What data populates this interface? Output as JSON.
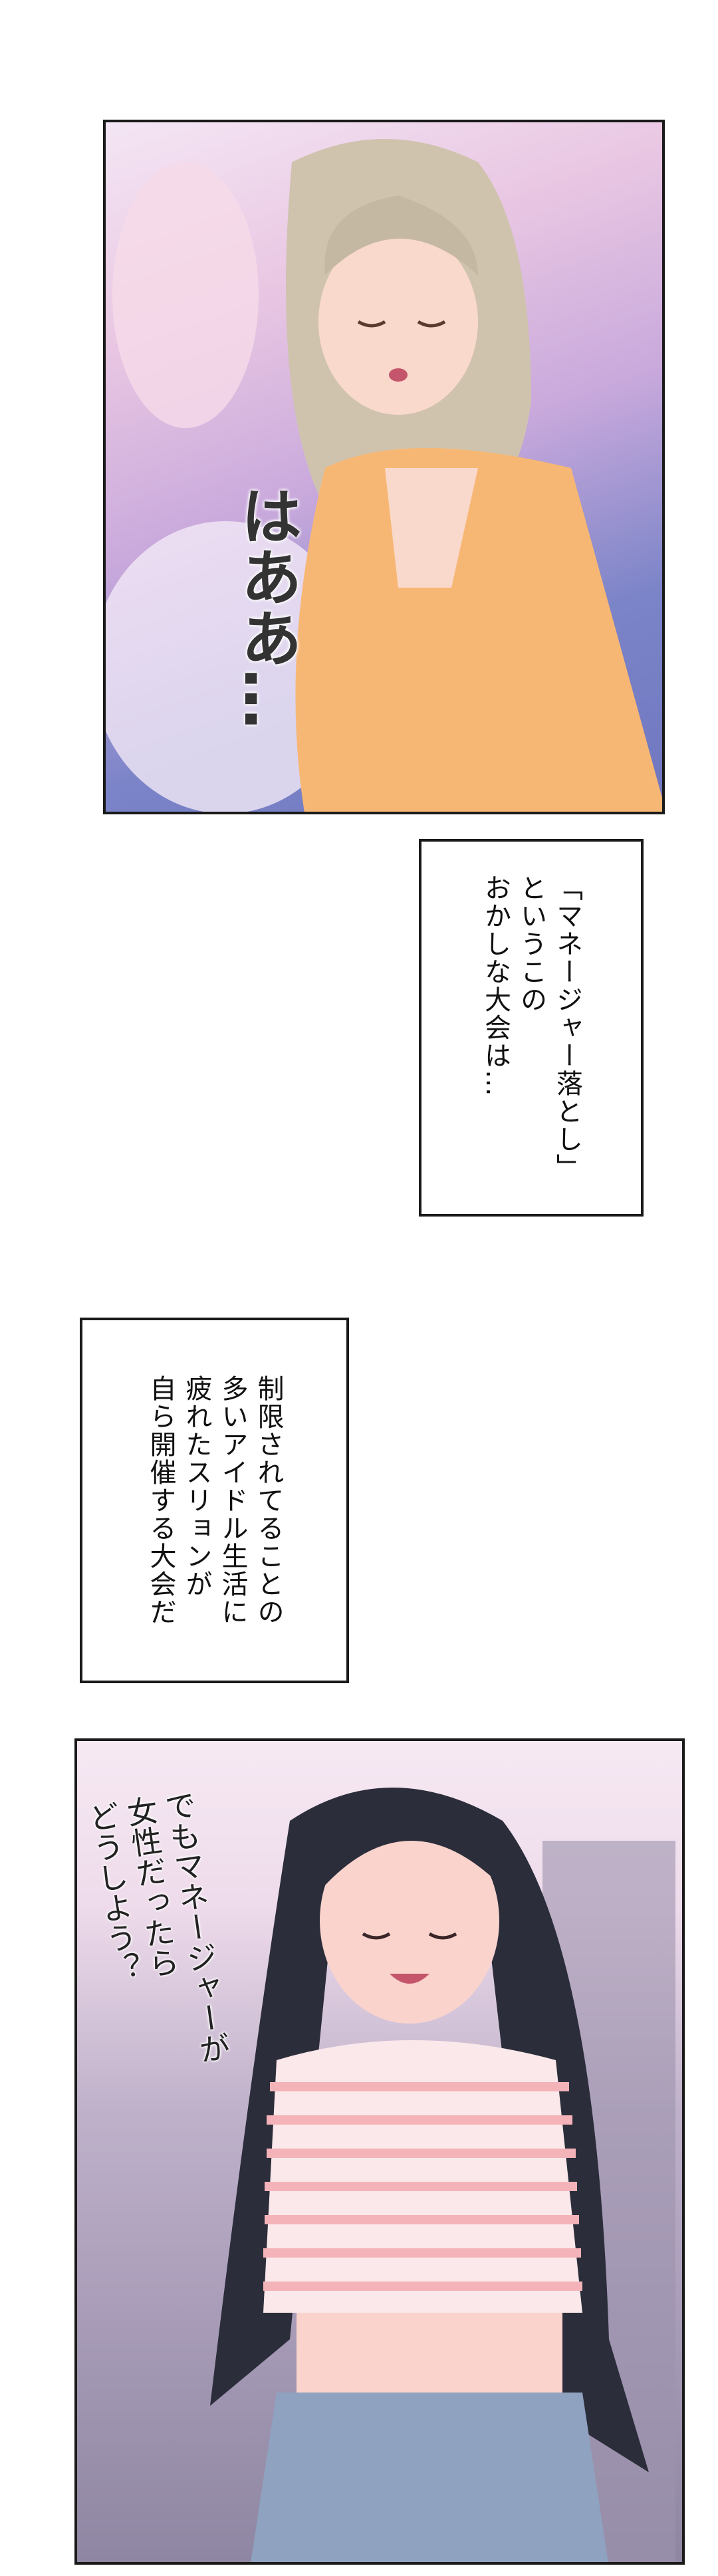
{
  "panels": [
    {
      "sfx": "はああ…",
      "colors": {
        "hair": "#cfc3ae",
        "top": "#f7b774",
        "skin": "#f9d9cc",
        "bg": "#c9a9dc"
      }
    },
    {
      "speech": "でもマネージャーが\n女性だったら\nどうしよう？",
      "colors": {
        "hair": "#2b2d3a",
        "top_stripe": "#f3b3b8",
        "skirt": "#8fa2c0",
        "skin": "#f9d3cc"
      }
    }
  ],
  "captions": [
    {
      "text": "「マネージャー落とし」\nというこの\nおかしな大会は…"
    },
    {
      "text": "制限されてることの\n多いアイドル生活に\n疲れたスリョンが\n自ら開催する大会だ"
    }
  ]
}
